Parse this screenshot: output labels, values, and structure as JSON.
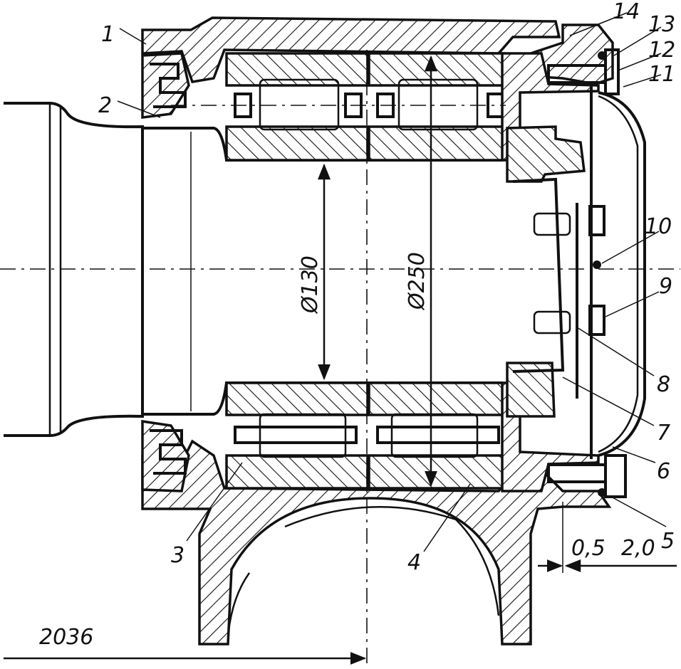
{
  "drawing": {
    "part_labels": [
      "1",
      "2",
      "3",
      "4",
      "5",
      "6",
      "7",
      "8",
      "9",
      "10",
      "11",
      "12",
      "13",
      "14"
    ],
    "dimensions": {
      "bore_diameter": "Ø130",
      "outer_diameter": "Ø250",
      "gap_a": "0,5",
      "gap_b": "2,0",
      "offset": "2036"
    }
  }
}
